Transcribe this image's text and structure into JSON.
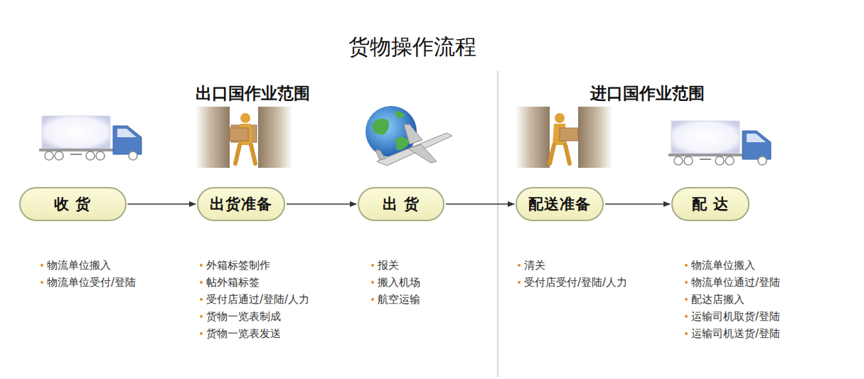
{
  "diagram": {
    "title": "货物操作流程",
    "nodes": [
      {
        "text": [
          "收 货"
        ]
      },
      {
        "text": [
          "出货准备"
        ]
      },
      {
        "text": [
          "出 货"
        ]
      },
      {
        "text": [
          "配送准备"
        ]
      },
      {
        "text": [
          "配 达"
        ]
      }
    ],
    "edges": [
      {
        "from": 0,
        "to": 1,
        "arrow": "to"
      },
      {
        "from": 1,
        "to": 2,
        "arrow": "to"
      },
      {
        "from": 2,
        "to": 3,
        "arrow": "to"
      },
      {
        "from": 3,
        "to": 4,
        "arrow": "to"
      }
    ],
    "labels": [
      "出口国作业范围",
      "进口国作业范围",
      "物流单位搬入",
      "物流单位受付/登陆",
      "外箱标签制作",
      "帖外箱标签",
      "受付店通过/登陆/人力",
      "货物一览表制成",
      "货物一览表发送",
      "报关",
      "搬入机场",
      "航空运输",
      "清关",
      "受付店受付/登陆/人力",
      "物流单位搬入",
      "物流单位通过/登陆",
      "配达店搬入",
      "运输司机取货/登陆",
      "运输司机送货/登陆"
    ]
  }
}
